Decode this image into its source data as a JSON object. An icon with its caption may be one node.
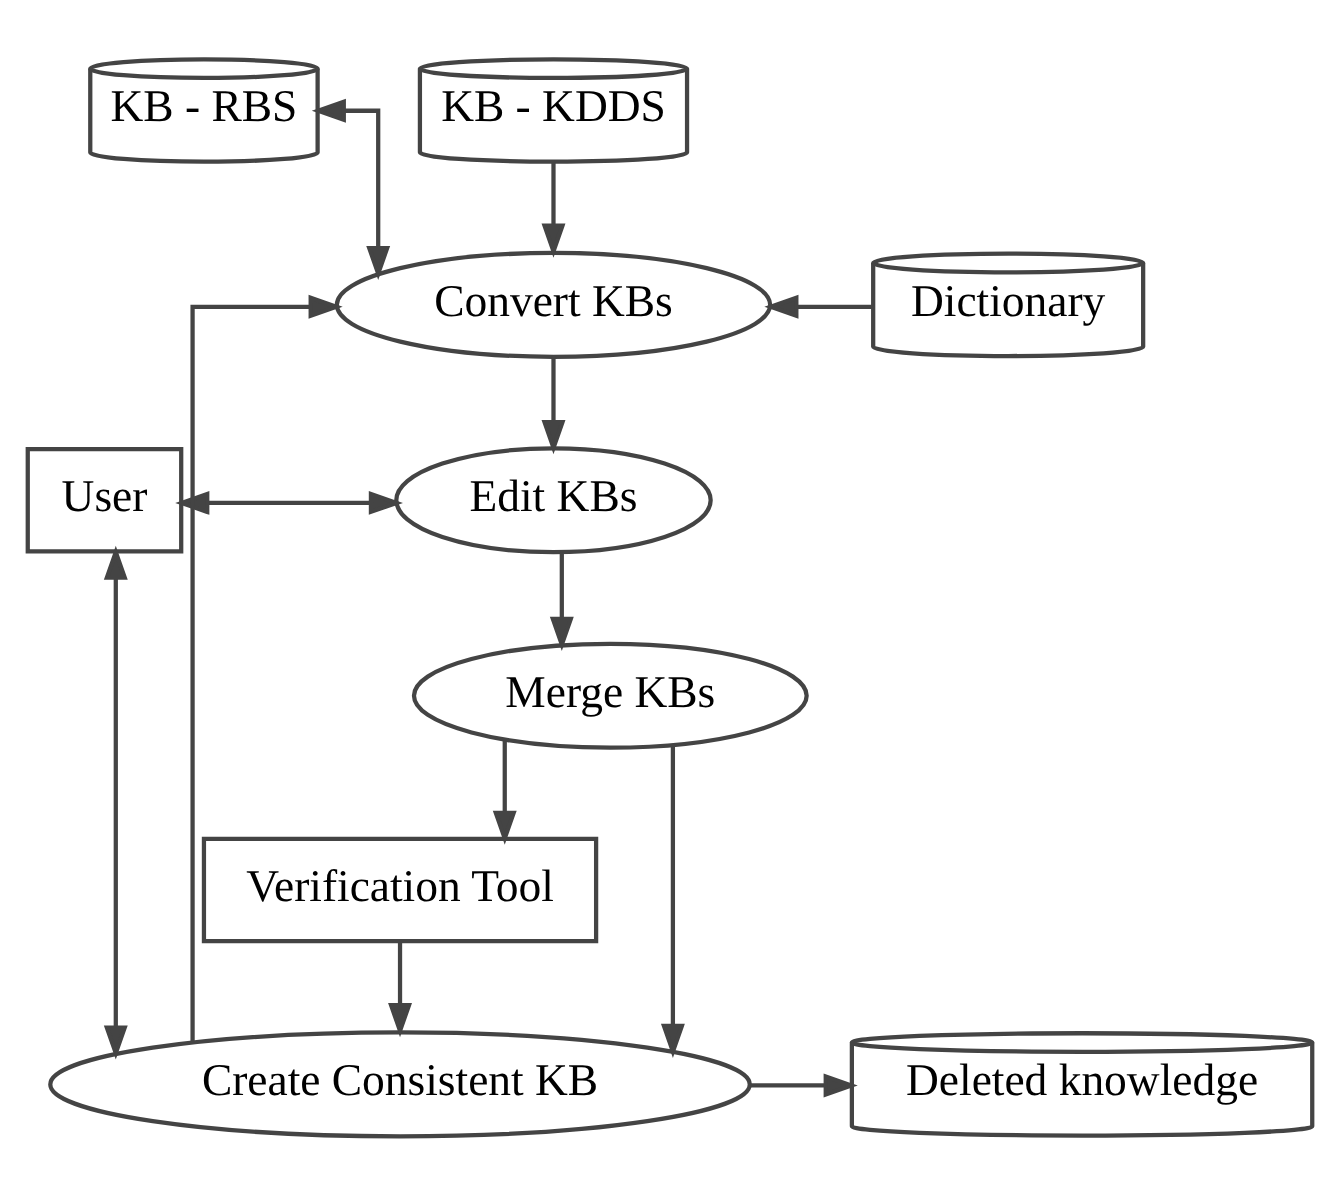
{
  "diagram": {
    "nodes": [
      {
        "text": [
          "KB - RBS"
        ]
      },
      {
        "text": [
          "KB - KDDS"
        ]
      },
      {
        "text": [
          "Convert KBs"
        ]
      },
      {
        "text": [
          "Dictionary"
        ]
      },
      {
        "text": [
          "User"
        ]
      },
      {
        "text": [
          "Edit KBs"
        ]
      },
      {
        "text": [
          "Merge KBs"
        ]
      },
      {
        "text": [
          "Verification Tool"
        ]
      },
      {
        "text": [
          "Create Consistent KB"
        ]
      },
      {
        "text": [
          "Deleted knowledge"
        ]
      }
    ],
    "edges": [
      {
        "from": 2,
        "to": 0,
        "arrow": "both"
      },
      {
        "from": 1,
        "to": 2,
        "arrow": "to"
      },
      {
        "from": 3,
        "to": 2,
        "arrow": "to"
      },
      {
        "from": 2,
        "to": 5,
        "arrow": "to"
      },
      {
        "from": 4,
        "to": 5,
        "arrow": "both"
      },
      {
        "from": 5,
        "to": 6,
        "arrow": "to"
      },
      {
        "from": 6,
        "to": 7,
        "arrow": "to"
      },
      {
        "from": 6,
        "to": 8,
        "arrow": "to"
      },
      {
        "from": 7,
        "to": 8,
        "arrow": "to"
      },
      {
        "from": 4,
        "to": 8,
        "arrow": "both"
      },
      {
        "from": 8,
        "to": 2,
        "arrow": "to"
      },
      {
        "from": 8,
        "to": 9,
        "arrow": "to"
      }
    ]
  }
}
